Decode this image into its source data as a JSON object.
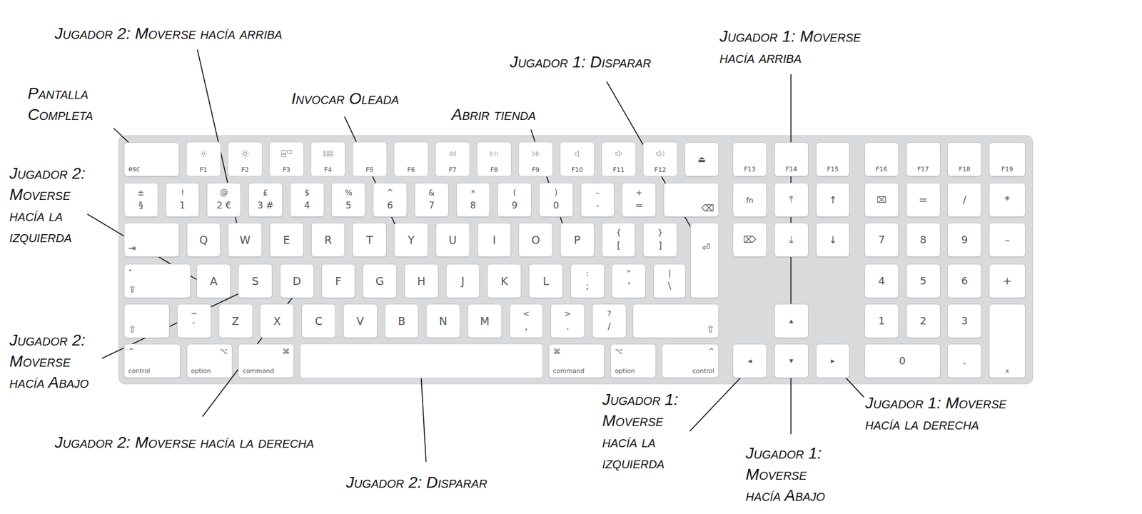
{
  "diagram": {
    "nodes": [
      {
        "text": [
          "esc"
        ]
      },
      {
        "text": [
          "F1"
        ]
      },
      {
        "text": [
          "F2"
        ]
      },
      {
        "text": [
          "F3"
        ]
      },
      {
        "text": [
          "F4"
        ]
      },
      {
        "text": [
          "F5"
        ]
      },
      {
        "text": [
          "F6"
        ]
      },
      {
        "text": [
          "F7"
        ]
      },
      {
        "text": [
          "F8"
        ]
      },
      {
        "text": [
          "F9"
        ]
      },
      {
        "text": [
          "F10"
        ]
      },
      {
        "text": [
          "F11"
        ]
      },
      {
        "text": [
          "F12"
        ]
      },
      {
        "text": [
          "⏏"
        ]
      },
      {
        "text": [
          "F13"
        ]
      },
      {
        "text": [
          "F14"
        ]
      },
      {
        "text": [
          "F15"
        ]
      },
      {
        "text": [
          "F16"
        ]
      },
      {
        "text": [
          "F17"
        ]
      },
      {
        "text": [
          "F18"
        ]
      },
      {
        "text": [
          "F19"
        ]
      },
      {
        "text": [
          "±",
          "§"
        ]
      },
      {
        "text": [
          "!",
          "1"
        ]
      },
      {
        "text": [
          "@",
          "2 €"
        ]
      },
      {
        "text": [
          "£",
          "3 #"
        ]
      },
      {
        "text": [
          "$",
          "4"
        ]
      },
      {
        "text": [
          "%",
          "5"
        ]
      },
      {
        "text": [
          "^",
          "6"
        ]
      },
      {
        "text": [
          "&",
          "7"
        ]
      },
      {
        "text": [
          "*",
          "8"
        ]
      },
      {
        "text": [
          "(",
          "9"
        ]
      },
      {
        "text": [
          ")",
          "0"
        ]
      },
      {
        "text": [
          "–",
          "-"
        ]
      },
      {
        "text": [
          "+",
          "="
        ]
      },
      {
        "text": [
          "⌫"
        ]
      },
      {
        "text": [
          "fn"
        ]
      },
      {
        "text": [
          "⤒"
        ]
      },
      {
        "text": [
          "↑"
        ]
      },
      {
        "text": [
          "⌧"
        ]
      },
      {
        "text": [
          "="
        ]
      },
      {
        "text": [
          "/"
        ]
      },
      {
        "text": [
          "*"
        ]
      },
      {
        "text": [
          "⇥"
        ]
      },
      {
        "text": [
          "Q"
        ]
      },
      {
        "text": [
          "W"
        ]
      },
      {
        "text": [
          "E"
        ]
      },
      {
        "text": [
          "R"
        ]
      },
      {
        "text": [
          "T"
        ]
      },
      {
        "text": [
          "Y"
        ]
      },
      {
        "text": [
          "U"
        ]
      },
      {
        "text": [
          "I"
        ]
      },
      {
        "text": [
          "O"
        ]
      },
      {
        "text": [
          "P"
        ]
      },
      {
        "text": [
          "{",
          "["
        ]
      },
      {
        "text": [
          "}",
          "]"
        ]
      },
      {
        "text": [
          "⏎"
        ]
      },
      {
        "text": [
          "⌦"
        ]
      },
      {
        "text": [
          "⤓"
        ]
      },
      {
        "text": [
          "↓"
        ]
      },
      {
        "text": [
          "7"
        ]
      },
      {
        "text": [
          "8"
        ]
      },
      {
        "text": [
          "9"
        ]
      },
      {
        "text": [
          "–"
        ]
      },
      {
        "text": [
          "•",
          "⇪"
        ]
      },
      {
        "text": [
          "A"
        ]
      },
      {
        "text": [
          "S"
        ]
      },
      {
        "text": [
          "D"
        ]
      },
      {
        "text": [
          "F"
        ]
      },
      {
        "text": [
          "G"
        ]
      },
      {
        "text": [
          "H"
        ]
      },
      {
        "text": [
          "J"
        ]
      },
      {
        "text": [
          "K"
        ]
      },
      {
        "text": [
          "L"
        ]
      },
      {
        "text": [
          ":",
          ";"
        ]
      },
      {
        "text": [
          "\"",
          "'"
        ]
      },
      {
        "text": [
          "|",
          "\\"
        ]
      },
      {
        "text": [
          "4"
        ]
      },
      {
        "text": [
          "5"
        ]
      },
      {
        "text": [
          "6"
        ]
      },
      {
        "text": [
          "+"
        ]
      },
      {
        "text": [
          "⇧"
        ]
      },
      {
        "text": [
          "~",
          "`"
        ]
      },
      {
        "text": [
          "Z"
        ]
      },
      {
        "text": [
          "X"
        ]
      },
      {
        "text": [
          "C"
        ]
      },
      {
        "text": [
          "V"
        ]
      },
      {
        "text": [
          "B"
        ]
      },
      {
        "text": [
          "N"
        ]
      },
      {
        "text": [
          "M"
        ]
      },
      {
        "text": [
          "<",
          ","
        ]
      },
      {
        "text": [
          ">",
          "."
        ]
      },
      {
        "text": [
          "?",
          "/"
        ]
      },
      {
        "text": [
          "⇧"
        ]
      },
      {
        "text": [
          "▲"
        ]
      },
      {
        "text": [
          "1"
        ]
      },
      {
        "text": [
          "2"
        ]
      },
      {
        "text": [
          "3"
        ]
      },
      {
        "text": [
          "⌅"
        ]
      },
      {
        "text": [
          "^",
          "control"
        ]
      },
      {
        "text": [
          "⌥",
          "option"
        ]
      },
      {
        "text": [
          "⌘",
          "command"
        ]
      },
      {
        "text": [
          "⌘",
          "command"
        ]
      },
      {
        "text": [
          "⌥",
          "option"
        ]
      },
      {
        "text": [
          "^",
          "control"
        ]
      },
      {
        "text": [
          "◀"
        ]
      },
      {
        "text": [
          "▼"
        ]
      },
      {
        "text": [
          "▶"
        ]
      },
      {
        "text": [
          "0"
        ]
      },
      {
        "text": [
          "."
        ]
      }
    ],
    "labels": [
      "Jugador 2: Moverse hacía arriba",
      "Pantalla Completa",
      "Jugador 2: Moverse hacía la izquierda",
      "Invocar Oleada",
      "Abrir tienda",
      "Jugador 1: Disparar",
      "Jugador 1: Moverse hacía arriba",
      "Jugador 2: Moverse hacía Abajo",
      "Jugador 2: Moverse hacía la derecha",
      "Jugador 2: Disparar",
      "Jugador 1: Moverse hacía la izquierda",
      "Jugador 1: Moverse hacía Abajo",
      "Jugador 1: Moverse hacía la derecha"
    ]
  }
}
